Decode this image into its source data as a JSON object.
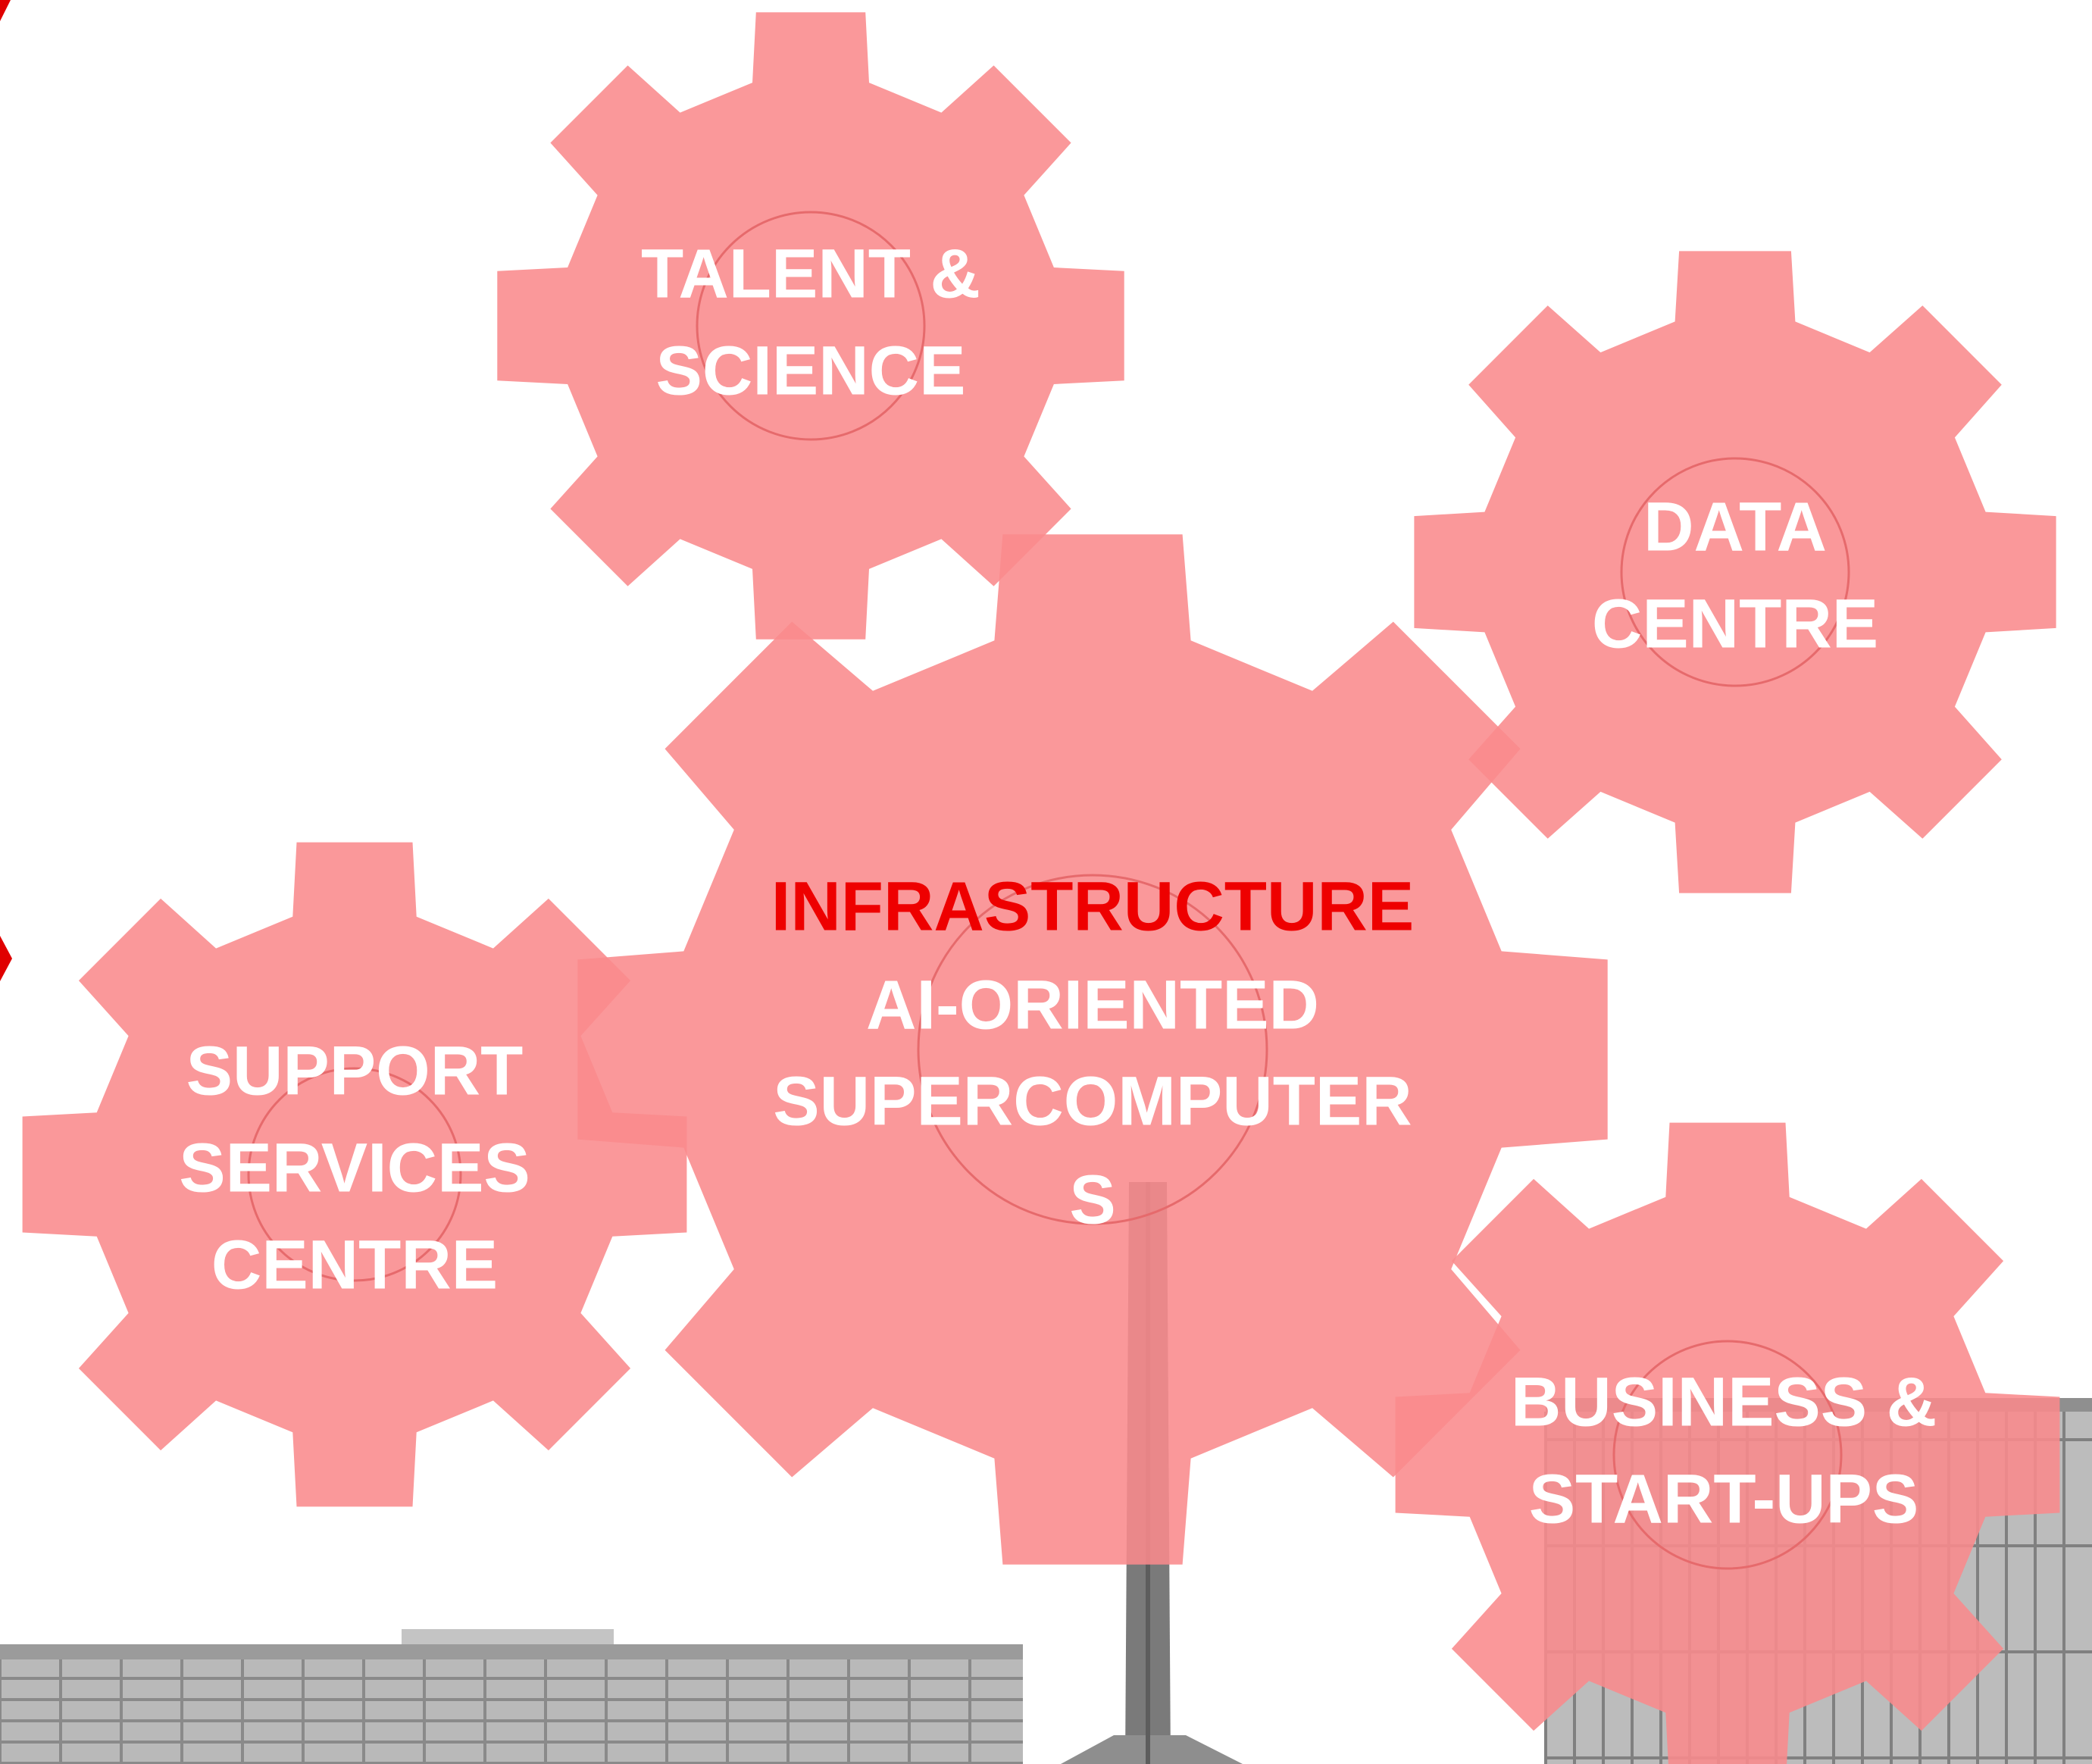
{
  "colors": {
    "gear_fill": "#f98a8c",
    "gear_text": "#ffffff",
    "highlight_text": "#ee0000",
    "building_grey": "#a8a8a8",
    "building_dark": "#6e6e6e",
    "arrow": "#e00000"
  },
  "gears": {
    "talent": {
      "lines": [
        "TALENT &",
        "SCIENCE"
      ]
    },
    "data": {
      "lines": [
        "DATA",
        "CENTRE"
      ]
    },
    "infra": {
      "title": "INFRASTRUCTURE",
      "lines": [
        "AI-ORIENTED",
        "SUPERCOMPUTER",
        "S"
      ]
    },
    "support": {
      "lines": [
        "SUPPORT",
        "SERVICES",
        "CENTRE"
      ]
    },
    "business": {
      "lines": [
        "BUSINESS &",
        "START-UPS"
      ]
    }
  }
}
